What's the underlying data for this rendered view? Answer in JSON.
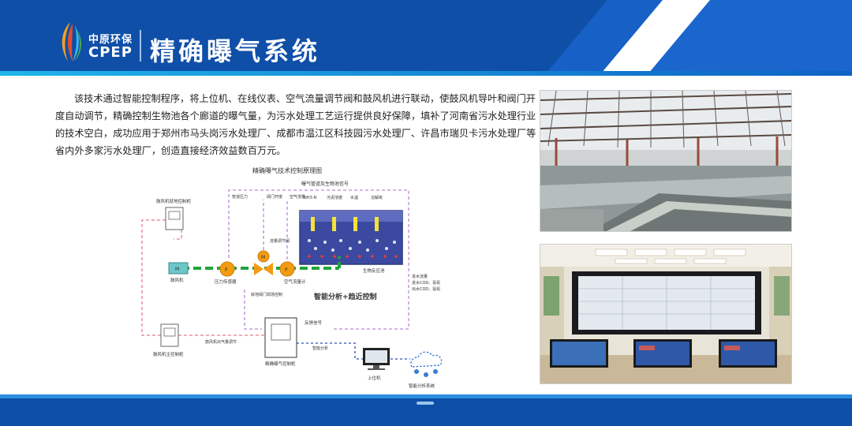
{
  "brand": {
    "name_cn": "中原环保",
    "name_en": "CPEP"
  },
  "title": "精确曝气系统",
  "intro": "该技术通过智能控制程序，将上位机、在线仪表、空气流量调节阀和鼓风机进行联动，使鼓风机导叶和阀门开度自动调节，精确控制生物池各个廊道的曝气量，为污水处理工艺运行提供良好保障，填补了河南省污水处理行业的技术空白，成功应用于郑州市马头岗污水处理厂、成都市温江区科技园污水处理厂、许昌市瑞贝卡污水处理厂等省内外多家污水处理厂，创造直接经济效益数百万元。",
  "diagram": {
    "title": "精确曝气技术控制原理图",
    "signal_top": "曝气管道及生物池信号",
    "sensors": [
      "NH3-N",
      "污泥浓度",
      "水温",
      "溶解氧"
    ],
    "label_pipe_pressure": "管道压力",
    "label_valve_opening": "阀门开度",
    "label_air_flow": "空气流量",
    "label_flow_valve": "流量调节阀",
    "label_bioreactor": "生物反应池",
    "label_blower": "鼓风机",
    "label_motor": "M",
    "label_pressure_sensor": "压力传感器",
    "label_pump": "P",
    "label_flowmeter": "空气流量计",
    "label_local_valve": "就地阀门现场控制",
    "label_smart": "智能分析+趋近控制",
    "label_feedback": "反馈信号",
    "label_local_blower": "鼓风机就地控制柜",
    "label_main_blower": "鼓风机主控制柜",
    "label_blower_adjust": "鼓风机出气量调节",
    "label_cabinet": "精确曝气控制柜",
    "label_smart_analysis": "智能分析",
    "label_host": "上位机",
    "label_cloud": "智能分析系统",
    "water_quality": [
      "进水流量",
      "进水COD、氨氮",
      "出水COD、氨氮"
    ]
  },
  "colors": {
    "header_blue": "#0f4fa8",
    "pipe_green": "#21a33a",
    "pump_orange": "#f39c12",
    "dashed_pink": "#e77a8a",
    "dashed_purple": "#b98ad6",
    "tank_blue": "#3b4aa0",
    "link_blue": "#2a4fb5"
  }
}
